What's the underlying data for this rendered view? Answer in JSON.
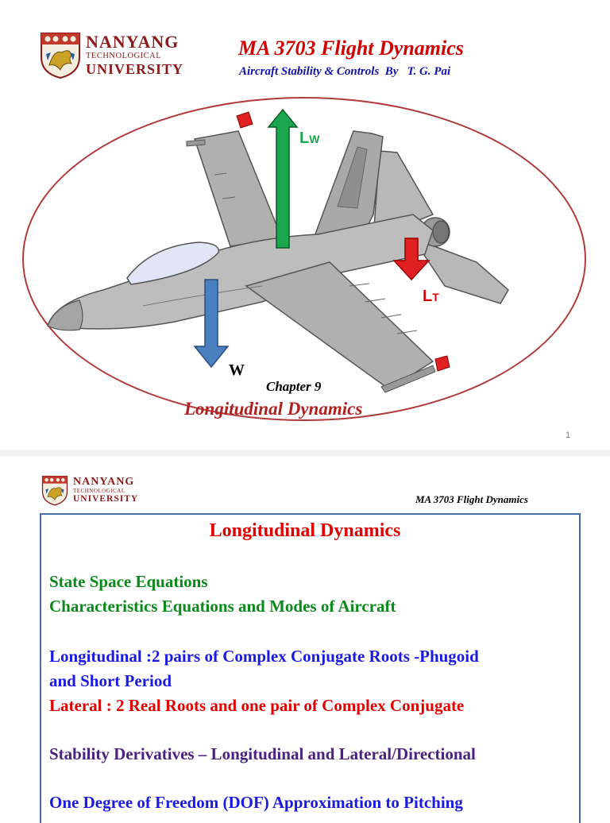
{
  "slide1": {
    "logo": {
      "line1": "NANYANG",
      "line2": "TECHNOLOGICAL",
      "line3": "UNIVERSITY"
    },
    "course_title": "MA 3703 Flight Dynamics",
    "course_subtitle": "Aircraft Stability & Controls  By   T. G. Pai",
    "forces": {
      "wing_lift_main": "L",
      "wing_lift_sub": "W",
      "tail_lift_main": "L",
      "tail_lift_sub": "T",
      "weight": "W"
    },
    "chapter": "Chapter 9",
    "chapter_title": "Longitudinal Dynamics",
    "page_number": "1"
  },
  "slide2": {
    "logo": {
      "line1": "NANYANG",
      "line2": "TECHNOLOGICAL",
      "line3": "UNIVERSITY"
    },
    "header": "MA 3703 Flight Dynamics",
    "title": "Longitudinal Dynamics",
    "lines": [
      "State Space Equations",
      "Characteristics Equations and Modes of Aircraft",
      "Longitudinal :2 pairs of Complex Conjugate Roots -Phugoid",
      "and Short Period",
      "Lateral : 2 Real Roots and one pair of Complex Conjugate",
      "Stability Derivatives – Longitudinal and Lateral/Directional",
      "One Degree of Freedom (DOF) Approximation to Pitching"
    ]
  },
  "colors": {
    "title_red": "#d00000",
    "subtitle_blue": "#1111aa",
    "lift_green": "#1aa64c",
    "tail_red": "#e00000",
    "weight_blue": "#4a7fc0",
    "logo_maroon": "#8b1a1a"
  }
}
